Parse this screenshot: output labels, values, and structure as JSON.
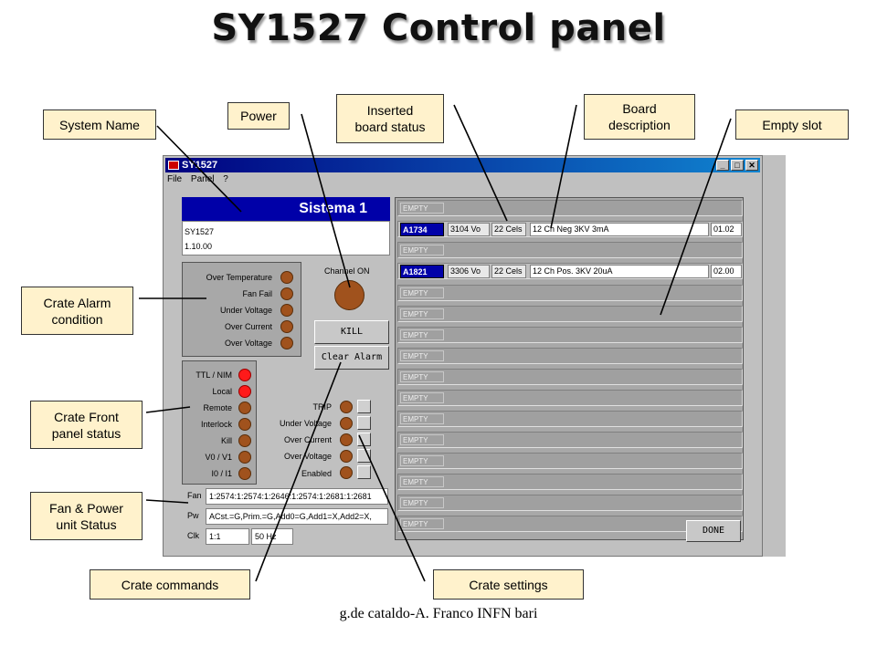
{
  "slide": {
    "title": "SY1527 Control panel",
    "footer": "g.de cataldo-A. Franco INFN bari"
  },
  "callouts": {
    "system_name": "System Name",
    "power": "Power",
    "inserted_board": "Inserted\nboard status",
    "board_description": "Board\ndescription",
    "empty_slot": "Empty slot",
    "crate_alarm": "Crate Alarm\ncondition",
    "crate_front": "Crate Front\npanel status",
    "fan_power": "Fan & Power\nunit Status",
    "crate_commands": "Crate commands",
    "crate_settings": "Crate settings"
  },
  "window": {
    "title": "SY1527",
    "controls": [
      "_",
      "□",
      "✕"
    ],
    "menu": [
      "File",
      "Panel",
      "?"
    ]
  },
  "system": {
    "name": "Sistema 1",
    "model": "SY1527",
    "version": "1.10.00"
  },
  "alarms": [
    "Over Temperature",
    "Fan Fail",
    "Under Voltage",
    "Over Current",
    "Over Voltage"
  ],
  "channel_on_label": "Channel ON",
  "buttons": {
    "kill": "KILL",
    "clear_alarm": "Clear Alarm",
    "done": "DONE"
  },
  "front_panel": [
    {
      "label": "TTL / NIM",
      "state": "red"
    },
    {
      "label": "Local",
      "state": "red"
    },
    {
      "label": "Remote",
      "state": "off"
    },
    {
      "label": "Interlock",
      "state": "off"
    },
    {
      "label": "Kill",
      "state": "off"
    },
    {
      "label": "V0 / V1",
      "state": "off"
    },
    {
      "label": "I0 / I1",
      "state": "off"
    }
  ],
  "settings": [
    "TRIP",
    "Under Voltage",
    "Over Current",
    "Over Voltage",
    "Enabled"
  ],
  "status_fields": {
    "fan_label": "Fan",
    "fan_value": "1:2574:1:2574:1:2646:1:2574:1:2681:1:2681",
    "pw_label": "Pw",
    "pw_value": "ACst.=G,Prim.=G,Add0=G,Add1=X,Add2=X,",
    "clk_label": "Clk",
    "clk_value": "1:1",
    "clk_freq": "50 Hz"
  },
  "slots": [
    {
      "type": "empty",
      "label": "EMPTY"
    },
    {
      "type": "board",
      "name": "A1734",
      "volts": "3104 Vo",
      "cells": "22 Cels",
      "desc": "12 Ch Neg   3KV   3mA",
      "rev": "01.02"
    },
    {
      "type": "empty",
      "label": "EMPTY"
    },
    {
      "type": "board",
      "name": "A1821",
      "volts": "3306 Vo",
      "cells": "22 Cels",
      "desc": "12 Ch Pos. 3KV 20uA",
      "rev": "02.00"
    },
    {
      "type": "empty",
      "label": "EMPTY"
    },
    {
      "type": "empty",
      "label": "EMPTY"
    },
    {
      "type": "empty",
      "label": "EMPTY"
    },
    {
      "type": "empty",
      "label": "EMPTY"
    },
    {
      "type": "empty",
      "label": "EMPTY"
    },
    {
      "type": "empty",
      "label": "EMPTY"
    },
    {
      "type": "empty",
      "label": "EMPTY"
    },
    {
      "type": "empty",
      "label": "EMPTY"
    },
    {
      "type": "empty",
      "label": "EMPTY"
    },
    {
      "type": "empty",
      "label": "EMPTY"
    },
    {
      "type": "empty",
      "label": "EMPTY"
    },
    {
      "type": "empty",
      "label": "EMPTY"
    }
  ],
  "colors": {
    "accent": "#0000a8",
    "callout_bg": "#fff2cc",
    "led_off": "#a0521d",
    "led_on": "#ff1a1a"
  }
}
